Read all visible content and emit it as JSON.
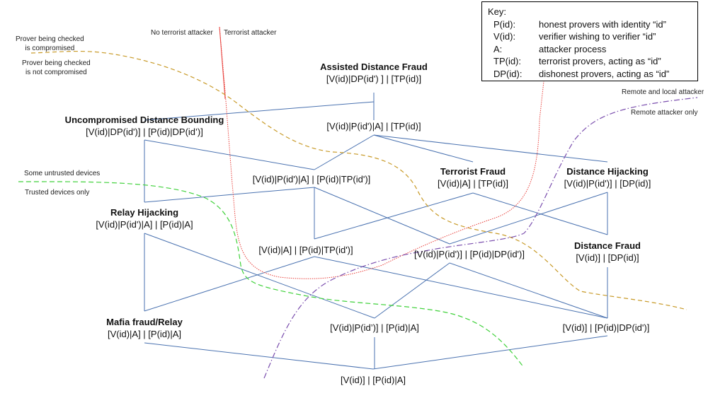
{
  "colors": {
    "edge": "#4a72b0",
    "terrorist_boundary": "#e8413c",
    "compromise_boundary": "#c89a28",
    "trust_boundary": "#3fd13a",
    "attacker_boundary": "#7b4fae"
  },
  "key": {
    "title": "Key:",
    "entries": [
      {
        "symbol": "P(id):",
        "meaning": "honest provers with identity “id”"
      },
      {
        "symbol": "V(id):",
        "meaning": "verifier wishing to verifier “id”"
      },
      {
        "symbol": "A:",
        "meaning": "attacker process"
      },
      {
        "symbol": "TP(id):",
        "meaning": "terrorist provers, acting as “id”"
      },
      {
        "symbol": "DP(id):",
        "meaning": "dishonest provers, acting as “id”"
      }
    ]
  },
  "regions": {
    "no_terrorist": "No terrorist attacker",
    "terrorist": "Terrorist attacker",
    "prover_compromised": "Prover being checked\nis compromised",
    "prover_not_compromised": "Prover being checked\nis not compromised",
    "some_untrusted": "Some untrusted devices",
    "trusted_only": "Trusted devices only",
    "remote_and_local": "Remote and local attacker",
    "remote_only": "Remote attacker only"
  },
  "nodes": [
    {
      "id": "adf",
      "title": "Assisted Distance Fraud",
      "formula": "[V(id)|DP(id')  ] | [TP(id)]"
    },
    {
      "id": "udb",
      "title": "Uncompromised Distance Bounding",
      "formula": "[V(id)|DP(id')] | [P(id)|DP(id’)]"
    },
    {
      "id": "n3",
      "title": "",
      "formula": "[V(id)|P(id')|A] | [TP(id)]"
    },
    {
      "id": "n4",
      "title": "",
      "formula": "[V(id)|P(id')|A] | [P(id)|TP(id')]"
    },
    {
      "id": "tf",
      "title": "Terrorist Fraud",
      "formula": "[V(id)|A] | [TP(id)]"
    },
    {
      "id": "dh",
      "title": "Distance Hijacking",
      "formula": "[V(id)|P(id')] | [DP(id)]"
    },
    {
      "id": "rh",
      "title": "Relay Hijacking",
      "formula": "[V(id)|P(id')|A] | [P(id)|A]"
    },
    {
      "id": "n8",
      "title": "",
      "formula": "[V(id)|A] | [P(id)|TP(id')]"
    },
    {
      "id": "n9",
      "title": "",
      "formula": "[V(id)|P(id')] | [P(id)|DP(id')]"
    },
    {
      "id": "df",
      "title": "Distance Fraud",
      "formula": "[V(id)] | [DP(id)]"
    },
    {
      "id": "mf",
      "title": "Mafia fraud/Relay",
      "formula": "[V(id)|A] | [P(id)|A]"
    },
    {
      "id": "n12",
      "title": "",
      "formula": "[V(id)|P(id’)] | [P(id)|A]"
    },
    {
      "id": "n13",
      "title": "",
      "formula": "[V(id)] | [P(id)|DP(id')]"
    },
    {
      "id": "bottom",
      "title": "",
      "formula": "[V(id)] | [P(id)|A]"
    }
  ],
  "edges": [
    [
      "adf",
      "udb"
    ],
    [
      "adf",
      "n3"
    ],
    [
      "udb",
      "n4"
    ],
    [
      "udb",
      "rh"
    ],
    [
      "n3",
      "n4"
    ],
    [
      "n3",
      "tf"
    ],
    [
      "n3",
      "dh"
    ],
    [
      "n4",
      "rh"
    ],
    [
      "n4",
      "n8"
    ],
    [
      "n4",
      "n9"
    ],
    [
      "tf",
      "n8"
    ],
    [
      "tf",
      "n13"
    ],
    [
      "dh",
      "n9"
    ],
    [
      "dh",
      "df"
    ],
    [
      "rh",
      "mf"
    ],
    [
      "rh",
      "n12"
    ],
    [
      "n8",
      "mf"
    ],
    [
      "n8",
      "n13"
    ],
    [
      "n9",
      "n12"
    ],
    [
      "n9",
      "n13"
    ],
    [
      "df",
      "n13"
    ],
    [
      "mf",
      "bottom"
    ],
    [
      "n12",
      "bottom"
    ],
    [
      "n13",
      "bottom"
    ]
  ]
}
